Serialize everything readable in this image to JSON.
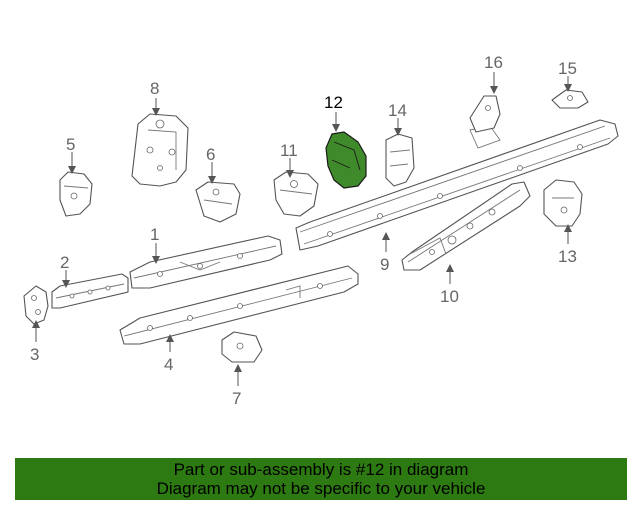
{
  "callouts": {
    "c1": "1",
    "c2": "2",
    "c3": "3",
    "c4": "4",
    "c5": "5",
    "c6": "6",
    "c7": "7",
    "c8": "8",
    "c9": "9",
    "c10": "10",
    "c11": "11",
    "c12": "12",
    "c13": "13",
    "c14": "14",
    "c15": "15",
    "c16": "16"
  },
  "highlighted_part": "12",
  "colors": {
    "highlight_fill": "#3f8a2a",
    "banner_bg": "#2c7a11",
    "callout_text": "#666666"
  },
  "banner": {
    "line1": "Part or sub-assembly is #12 in diagram",
    "line2": "Diagram may not be specific to your vehicle"
  }
}
